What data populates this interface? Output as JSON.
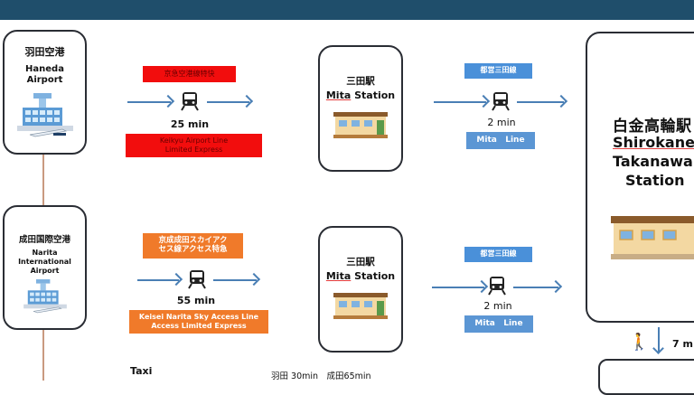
{
  "haneda": {
    "name_ja": "羽田空港",
    "name_en1": "Haneda",
    "name_en2": "Airport"
  },
  "narita": {
    "name_ja": "成田国際空港",
    "name_en1": "Narita",
    "name_en2": "International",
    "name_en3": "Airport"
  },
  "route1": {
    "line_ja": "京急空港線特快",
    "time": "25 min",
    "line_en1": "Keikyu Airport Line",
    "line_en2": "Limited Express"
  },
  "route2": {
    "line_ja1": "京成成田スカイアク",
    "line_ja2": "セス線アクセス特急",
    "time": "55 min",
    "line_en1": "Keisei Narita Sky Access Line",
    "line_en2": "Access Limited Express"
  },
  "mita_station": {
    "name_ja": "三田駅",
    "name_en_a": "Mita",
    "name_en_b": " Station"
  },
  "mita_line": {
    "name_ja": "都営三田線",
    "time": "2 min",
    "name_en_a": "Mita",
    "name_en_b": "Line"
  },
  "shirokane": {
    "name_ja": "白金高輪駅",
    "name_en1": "Shirokane",
    "name_en2": "Takanawa",
    "name_en3": "Station"
  },
  "walk": {
    "time": "7 m"
  },
  "taxi": {
    "label": "Taxi",
    "times": "羽田 30min　成田65min"
  },
  "colors": {
    "header": "#1f4e6b",
    "red": "#f20d0d",
    "orange": "#f07a2a",
    "blue": "#4a90d9",
    "arrow": "#4a7fb5"
  }
}
